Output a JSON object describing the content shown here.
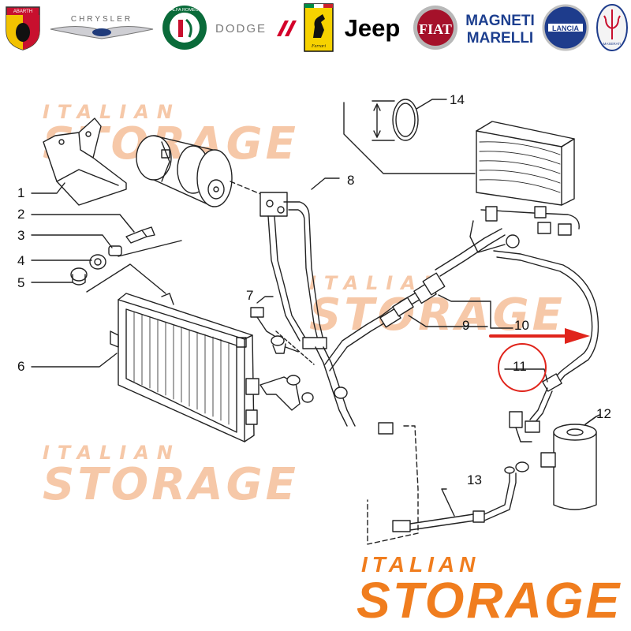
{
  "brands": [
    {
      "name": "ABARTH",
      "icon": "abarth-scorpion-shield-icon"
    },
    {
      "name": "CHRYSLER",
      "icon": "chrysler-wings-icon"
    },
    {
      "name": "ALFA ROMEO",
      "icon": "alfa-romeo-roundel-icon"
    },
    {
      "name": "DODGE",
      "icon": "dodge-stripes-icon"
    },
    {
      "name": "Ferrari",
      "icon": "ferrari-prancing-horse-icon"
    },
    {
      "name": "Jeep",
      "icon": "jeep-wordmark-icon"
    },
    {
      "name": "FIAT",
      "icon": "fiat-badge-icon"
    },
    {
      "name": "MAGNETI MARELLI",
      "icon": "magneti-marelli-wordmark-icon"
    },
    {
      "name": "LANCIA",
      "icon": "lancia-shield-icon"
    },
    {
      "name": "MASERATI",
      "icon": "maserati-trident-icon"
    }
  ],
  "watermark": {
    "line1": "ITALIAN",
    "line2": "STORAGE"
  },
  "footer_brand": {
    "line1": "ITALIAN",
    "line2": "STORAGE"
  },
  "callouts": [
    "1",
    "2",
    "3",
    "4",
    "5",
    "6",
    "7",
    "8",
    "9",
    "10",
    "11",
    "12",
    "13",
    "14"
  ],
  "highlight": {
    "part": "11",
    "color": "#e0241b"
  },
  "colors": {
    "accent": "#f07d1e",
    "watermark": "#f6c8a8",
    "highlight": "#e0241b",
    "line": "#222222"
  }
}
